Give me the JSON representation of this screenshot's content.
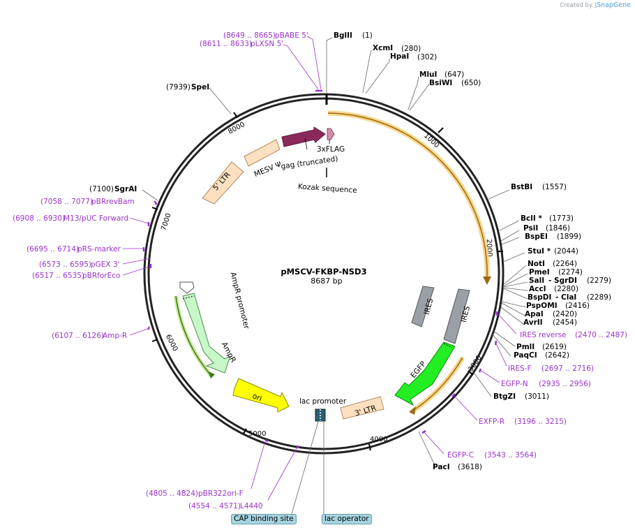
{
  "credit": {
    "prefix": "Created by",
    "brand": "SnapGene"
  },
  "plasmid": {
    "name": "pMSCV-FKBP-NSD3",
    "size": "8687 bp"
  },
  "ticks": [
    "1000",
    "2000",
    "3000",
    "4000",
    "5000",
    "6000",
    "7000",
    "8000"
  ],
  "enzymes": [
    {
      "name": "BglII",
      "pos": "(1)"
    },
    {
      "name": "XcmI",
      "pos": "(280)"
    },
    {
      "name": "HpaI",
      "pos": "(302)"
    },
    {
      "name": "MluI",
      "pos": "(647)"
    },
    {
      "name": "BsiWI",
      "pos": "(650)"
    },
    {
      "name": "BstBI",
      "pos": "(1557)"
    },
    {
      "name": "BclI *",
      "pos": "(1773)"
    },
    {
      "name": "PsiI",
      "pos": "(1846)"
    },
    {
      "name": "BspEI",
      "pos": "(1899)"
    },
    {
      "name": "StuI *",
      "pos": "(2044)"
    },
    {
      "name": "NotI",
      "pos": "(2264)"
    },
    {
      "name": "PmeI",
      "pos": "(2274)"
    },
    {
      "name": "SalI",
      "pos": "- SgrDI",
      "pos2": "(2279)"
    },
    {
      "name": "AccI",
      "pos": "(2280)"
    },
    {
      "name": "BspDI",
      "pos": "- ClaI",
      "pos2": "(2289)"
    },
    {
      "name": "PspOMI",
      "pos": "(2416)"
    },
    {
      "name": "ApaI",
      "pos": "(2420)"
    },
    {
      "name": "AvrII",
      "pos": "(2454)"
    },
    {
      "name": "PmlI",
      "pos": "(2619)"
    },
    {
      "name": "PaqCI",
      "pos": "(2642)"
    },
    {
      "name": "BtgZI",
      "pos": "(3011)"
    },
    {
      "name": "PacI",
      "pos": "(3618)"
    },
    {
      "name": "SgrAI",
      "pos": "(7100)"
    },
    {
      "name": "SpeI",
      "pos": "(7939)"
    }
  ],
  "primers": [
    {
      "name": "pBABE 5'",
      "range": "(8649 .. 8665)"
    },
    {
      "name": "pLXSN 5'",
      "range": "(8611 .. 8633)"
    },
    {
      "name": "IRES reverse",
      "range": "(2470 .. 2487)"
    },
    {
      "name": "IRES-F",
      "range": "(2697 .. 2716)"
    },
    {
      "name": "EGFP-N",
      "range": "(2935 .. 2956)"
    },
    {
      "name": "EXFP-R",
      "range": "(3196 .. 3215)"
    },
    {
      "name": "EGFP-C",
      "range": "(3543 .. 3564)"
    },
    {
      "name": "pBR322ori-F",
      "range": "(4805 .. 4824)"
    },
    {
      "name": "L4440",
      "range": "(4554 .. 4571)"
    },
    {
      "name": "Amp-R",
      "range": "(6107 .. 6126)"
    },
    {
      "name": "pBRforEco",
      "range": "(6517 .. 6535)"
    },
    {
      "name": "pGEX 3'",
      "range": "(6573 .. 6595)"
    },
    {
      "name": "pRS-marker",
      "range": "(6695 .. 6714)"
    },
    {
      "name": "M13/pUC Forward",
      "range": "(6908 .. 6930)"
    },
    {
      "name": "pBRrevBam",
      "range": "(7058 .. 7077)"
    }
  ],
  "features": {
    "ltr5": "5' LTR",
    "mesv": "MESV Ψ",
    "gag": "gag (truncated)",
    "flag": "3xFLAG",
    "kozak": "Kozak sequence",
    "ires1": "IRES",
    "ires2": "IRES",
    "egfp": "EGFP",
    "ltr3": "3' LTR",
    "lacprom": "lac promoter",
    "ori": "ori",
    "ampr": "AmpR",
    "amprprom": "AmpR promoter",
    "cap": "CAP binding site",
    "lacop": "lac operator"
  },
  "colors": {
    "ltr": "#fde0c0",
    "gag": "#8b2a5a",
    "flag": "#d48aa8",
    "ires": "#9aa0a6",
    "egfp": "#22ee22",
    "ori": "#ffff00",
    "ampr": "#c8f8c8",
    "orf": "#f0a020",
    "primer": "#9932cc",
    "boxlabel": "#a6d4e0"
  }
}
